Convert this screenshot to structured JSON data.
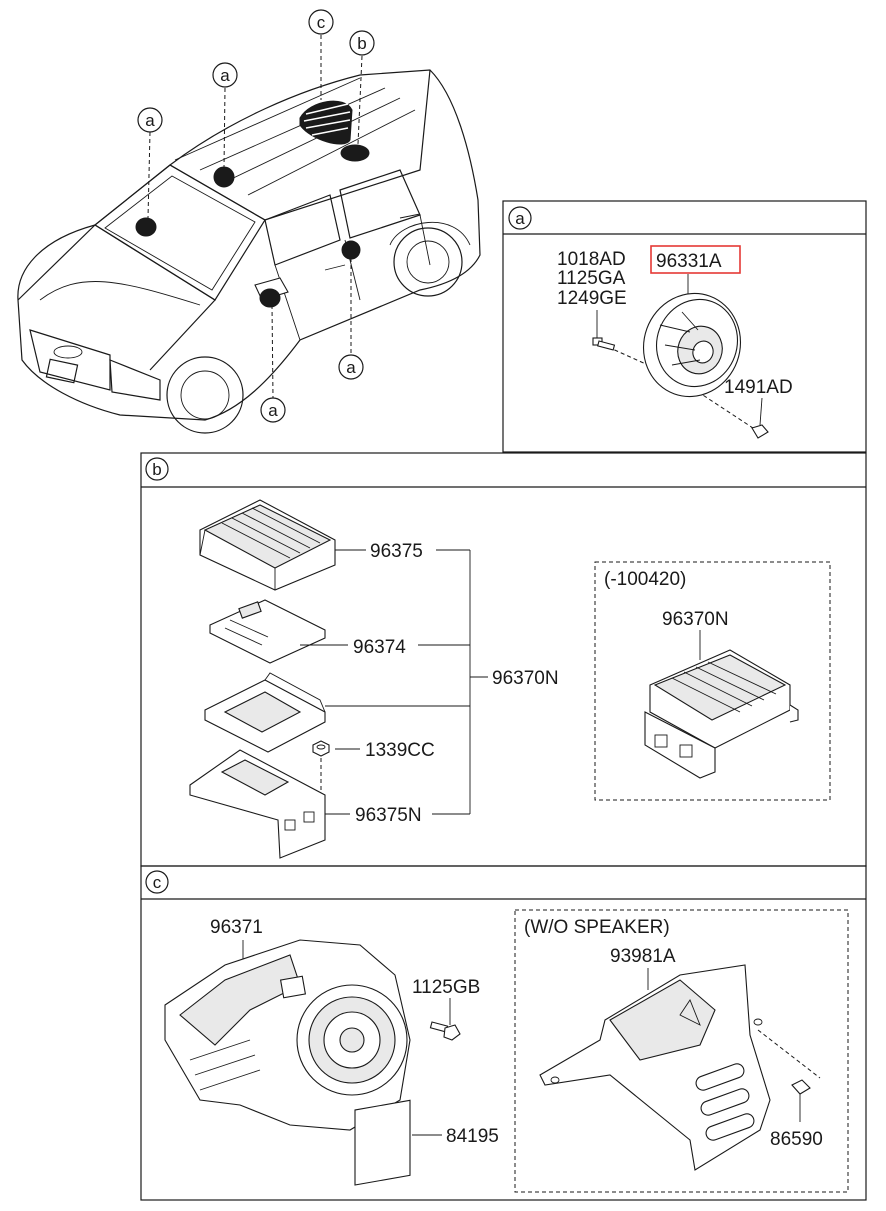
{
  "vehicle_callouts": {
    "c": "c",
    "b": "b",
    "a1": "a",
    "a2": "a",
    "a3": "a",
    "a4": "a"
  },
  "section_a": {
    "tag": "a",
    "parts": {
      "bolt_1": "1018AD",
      "bolt_2": "1125GA",
      "bolt_3": "1249GE",
      "speaker": "96331A",
      "nut": "1491AD"
    },
    "highlight_color": "#e53935"
  },
  "section_b": {
    "tag": "b",
    "parts": {
      "cover": "96375",
      "pcb": "96374",
      "assembly": "96370N",
      "nut": "1339CC",
      "bracket": "96375N"
    },
    "variant": {
      "note": "(-100420)",
      "part": "96370N"
    }
  },
  "section_c": {
    "tag": "c",
    "parts": {
      "subwoofer": "96371",
      "bolt": "1125GB",
      "label": "84195"
    },
    "variant": {
      "note": "(W/O SPEAKER)",
      "part": "93981A",
      "clip": "86590"
    }
  }
}
